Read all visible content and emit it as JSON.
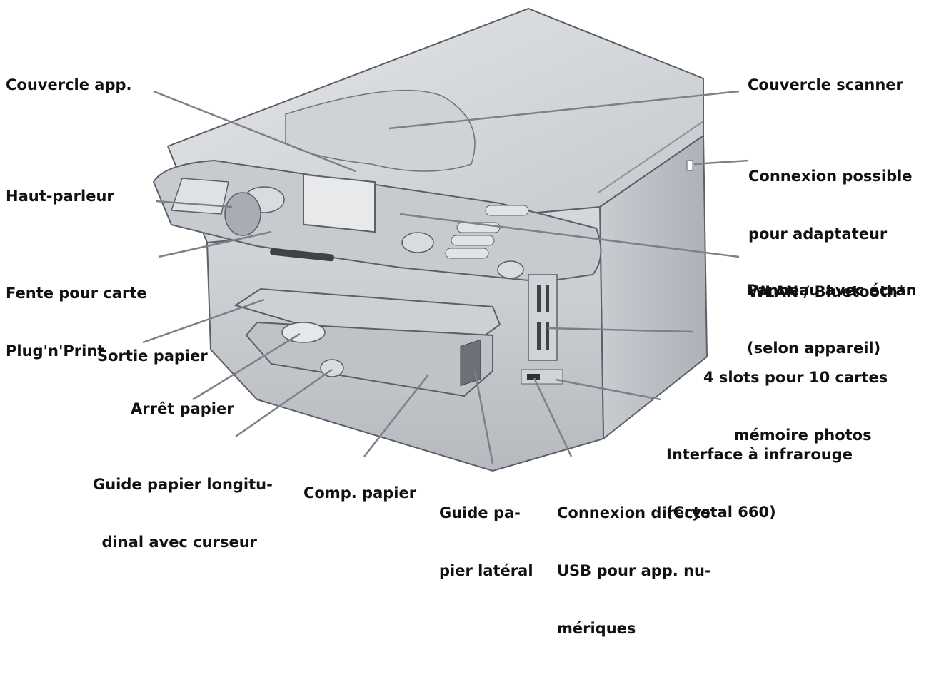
{
  "colors": {
    "body_light": "#d9dbde",
    "body_mid": "#b9bcc1",
    "body_dark": "#8e9298",
    "outline": "#5c6066",
    "leader": "#7d8187",
    "text": "#111111"
  },
  "labels": {
    "couvercle_app": "Couvercle app.",
    "couvercle_scanner": "Couvercle scanner",
    "connexion_wlan": [
      "Connexion possible",
      "pour adaptateur",
      "WLAN / Bluetooth*"
    ],
    "haut_parleur": "Haut-parleur",
    "fente_carte": [
      "Fente pour carte",
      "Plug'n'Print"
    ],
    "panneau_ecran": [
      "Panneau avec écran",
      "(selon appareil)"
    ],
    "slots_cartes": [
      "4 slots pour 10 cartes",
      "mémoire photos"
    ],
    "sortie_papier": "Sortie papier",
    "arret_papier": "Arrêt papier",
    "interface_infrarouge": [
      "Interface à infrarouge",
      "(Crystal 660)"
    ],
    "guide_longitudinal": [
      "Guide papier longitu-",
      "dinal avec curseur"
    ],
    "connexion_usb": [
      "Connexion directe",
      "USB pour app. nu-",
      "mériques"
    ],
    "comp_papier": "Comp. papier",
    "guide_lateral": [
      "Guide pa-",
      "pier latéral"
    ]
  }
}
